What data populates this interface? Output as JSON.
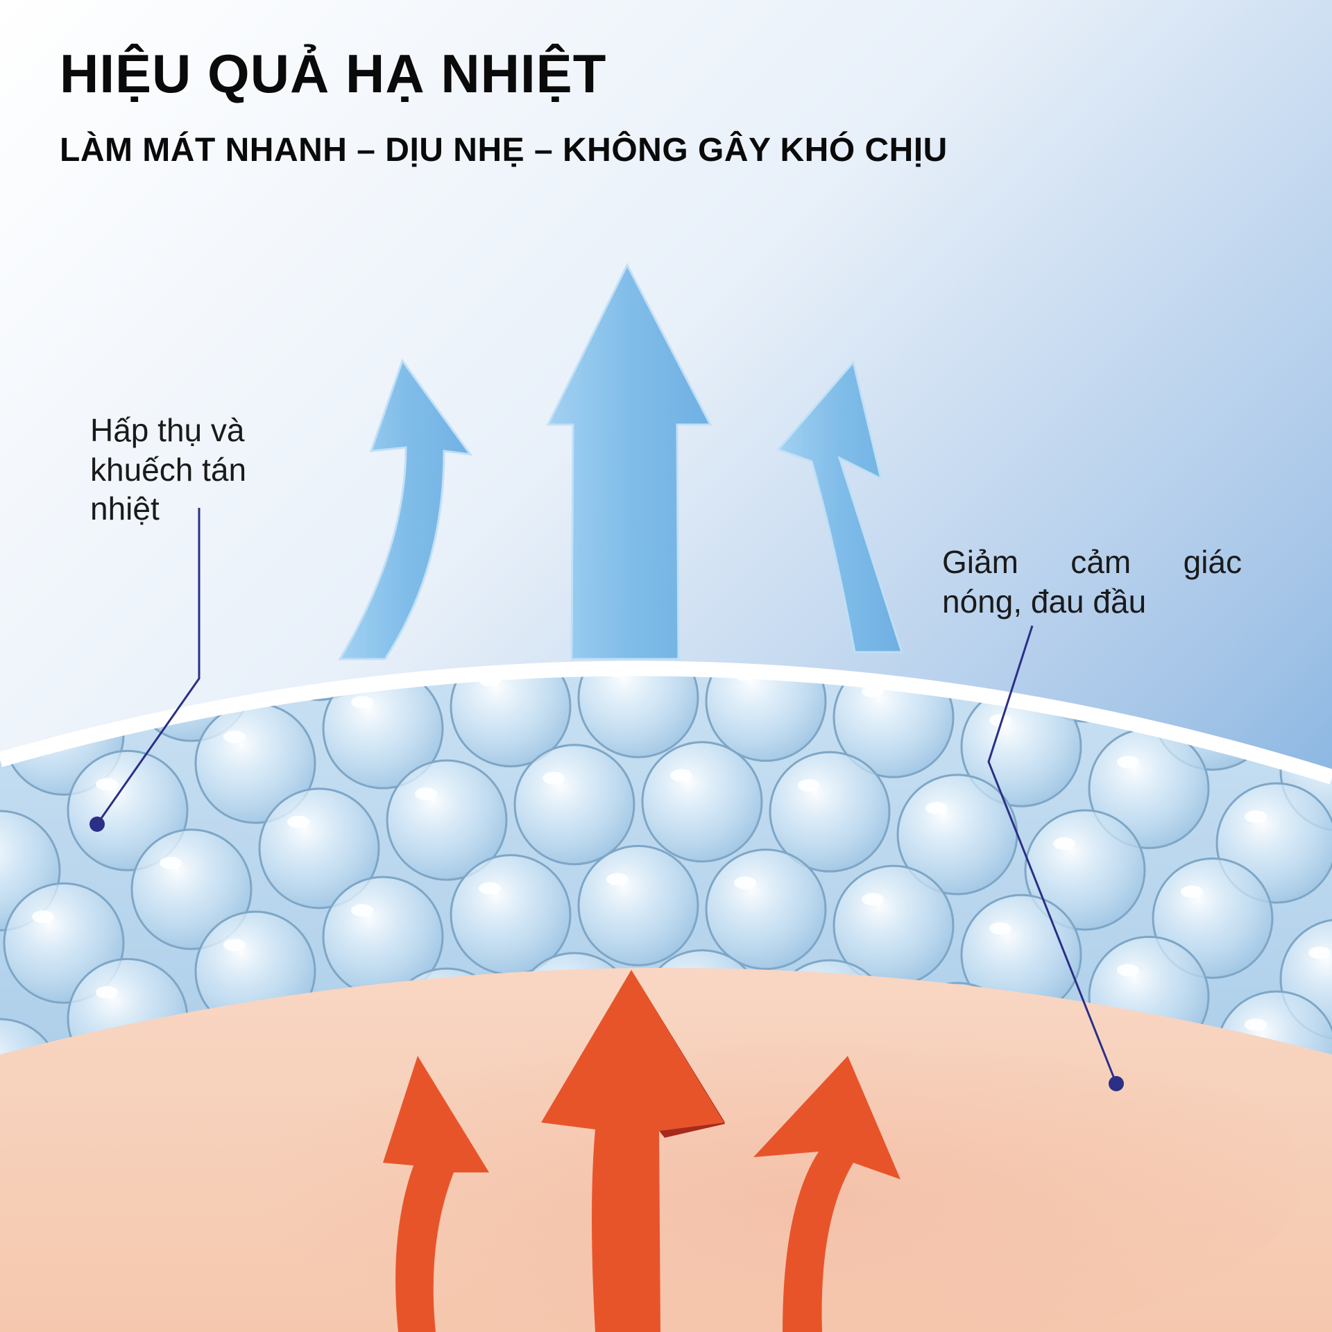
{
  "title": "HIỆU QUẢ HẠ NHIỆT",
  "subtitle": "LÀM MÁT NHANH – DỊU NHẸ – KHÔNG GÂY KHÓ CHỊU",
  "callouts": {
    "left": "Hấp thụ và khuếch tán nhiệt",
    "right": "Giảm cảm giác nóng, đau đầu"
  },
  "colors": {
    "background_top": "#ffffff",
    "background_bottom": "#5a9fd8",
    "cool_arrow": "#7ab8e6",
    "heat_arrow": "#e8542a",
    "heat_arrow_shade": "#a82a1a",
    "gel_layer": "#b9d6ee",
    "skin": "#f7cfb6",
    "callout_line": "#2b2f86"
  },
  "icons": {
    "cool_arrows": "arrow-up-icon",
    "heat_arrows": "arrow-up-icon",
    "gel": "bubble-layer-icon"
  }
}
